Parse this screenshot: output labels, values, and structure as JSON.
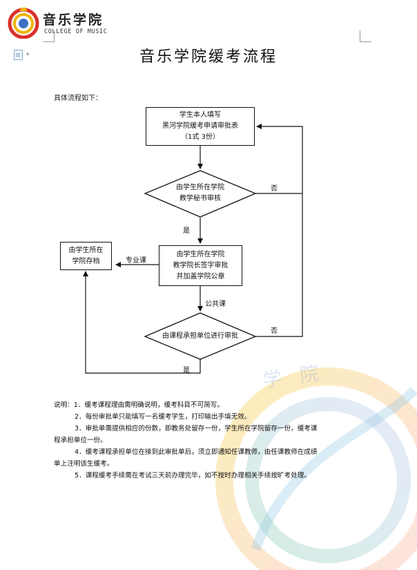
{
  "header": {
    "logo_cn": "音乐学院",
    "logo_en": "COLLEGE OF MUSIC"
  },
  "title": "音乐学院缓考流程",
  "intro": "具体流程如下：",
  "flow": {
    "step1": [
      "学生本人填写",
      "黑河学院缓考申请审批表",
      "（1式 3份）"
    ],
    "step2": [
      "由学生所在学院",
      "教学秘书审核"
    ],
    "step3": [
      "由学生所在学院",
      "教学院长签字审批",
      "并加盖学院公章"
    ],
    "archive": [
      "由学生所在",
      "学院存档"
    ],
    "step4": "由课程承担单位进行审批",
    "labels": {
      "no1": "否",
      "yes1": "是",
      "major": "专业课",
      "public": "公共课",
      "no2": "否",
      "yes2": "是"
    }
  },
  "notes": {
    "prefix": "说明：",
    "items": [
      "1．缓考课程理由需明确说明，缓考科目不可简写。",
      "2．每份审批单只能填写一名缓考学生，打印输出手填无效。",
      "3．审批单需提供相应的份数，即教务处留存一份，学生所在学院留存一份，缓考课",
      "程承担单位一份。",
      "4．缓考课程承担单位在接到此审批单后，须立即通知任课教师，由任课教师在成绩",
      "单上注明该生缓考。",
      "5．课程缓考手续需在考试三天前办理完毕，如不按时办理相关手续按旷考处理。"
    ]
  },
  "watermark": "学院",
  "colors": {
    "logo_ring_red": "#d9312b",
    "logo_ring_yellow": "#f0b400",
    "logo_ring_blue": "#3d6fc4",
    "line": "#111111"
  }
}
